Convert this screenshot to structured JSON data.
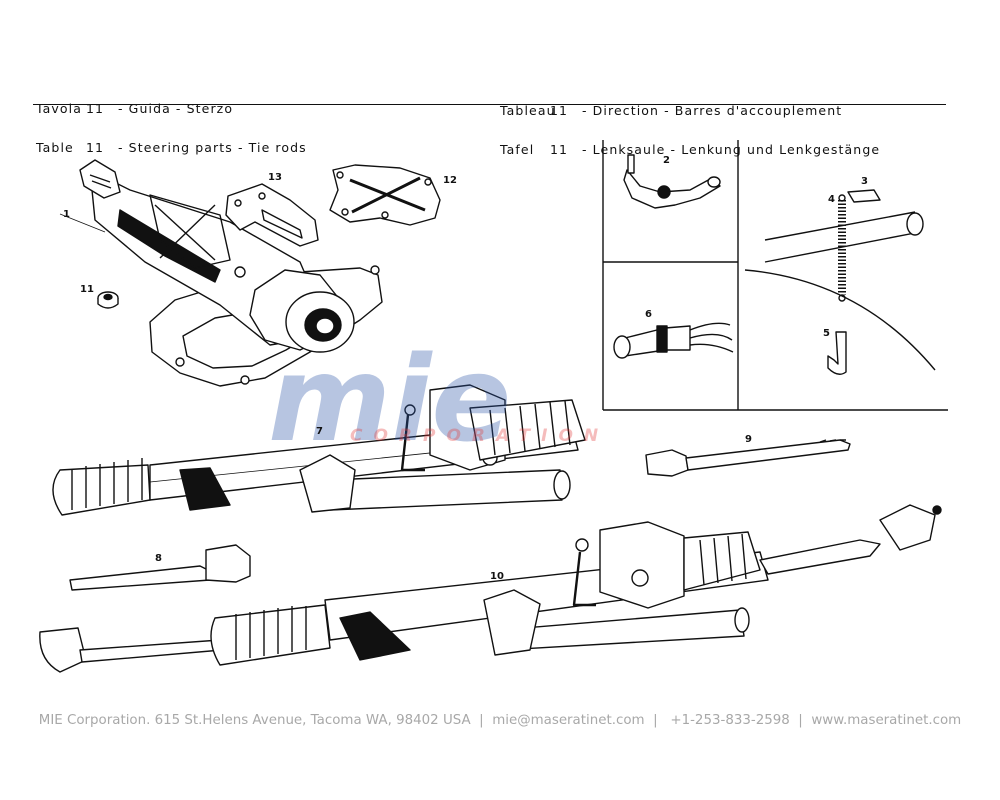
{
  "header": {
    "left": [
      {
        "lang": "Tavola",
        "num": "11",
        "text": "- Guida - Sterzo"
      },
      {
        "lang": "Table",
        "num": "11",
        "text": "- Steering parts - Tie rods"
      }
    ],
    "right": [
      {
        "lang": "Tableau",
        "num": "11",
        "text": "- Direction - Barres d'accouplement"
      },
      {
        "lang": "Tafel",
        "num": "11",
        "text": "- Lenksaule - Lenkung und Lenkgestänge"
      }
    ]
  },
  "callouts": [
    "1",
    "13",
    "12",
    "11",
    "2",
    "3",
    "4",
    "6",
    "5",
    "7",
    "9",
    "8",
    "10"
  ],
  "watermark": {
    "word": "mie",
    "sub": "CORPORATION",
    "blue": "#2c55a8",
    "red": "#e23b3b"
  },
  "footer": "MIE Corporation. 615 St.Helens Avenue, Tacoma WA, 98402 USA  |  mie@maseratinet.com  |   +1-253-833-2598  |  www.maseratinet.com"
}
